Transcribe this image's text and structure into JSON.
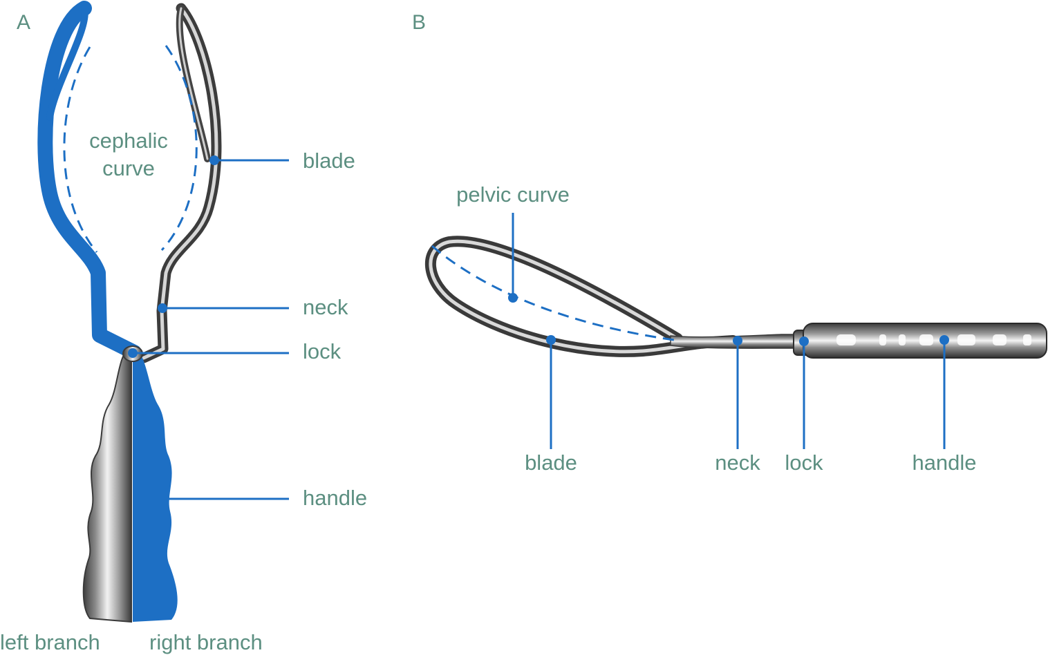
{
  "panels": {
    "a": {
      "letter": "A",
      "curve_label_line1": "cephalic",
      "curve_label_line2": "curve",
      "labels": {
        "blade": "blade",
        "neck": "neck",
        "lock": "lock",
        "handle": "handle",
        "left_branch": "left branch",
        "right_branch": "right branch"
      }
    },
    "b": {
      "letter": "B",
      "curve_label": "pelvic curve",
      "labels": {
        "blade": "blade",
        "neck": "neck",
        "lock": "lock",
        "handle": "handle"
      }
    }
  },
  "colors": {
    "highlight_blue": "#1d6fc4",
    "steel_dark": "#4a4a4a",
    "steel_light": "#e8e8e8",
    "label_green": "#5c8f81"
  }
}
